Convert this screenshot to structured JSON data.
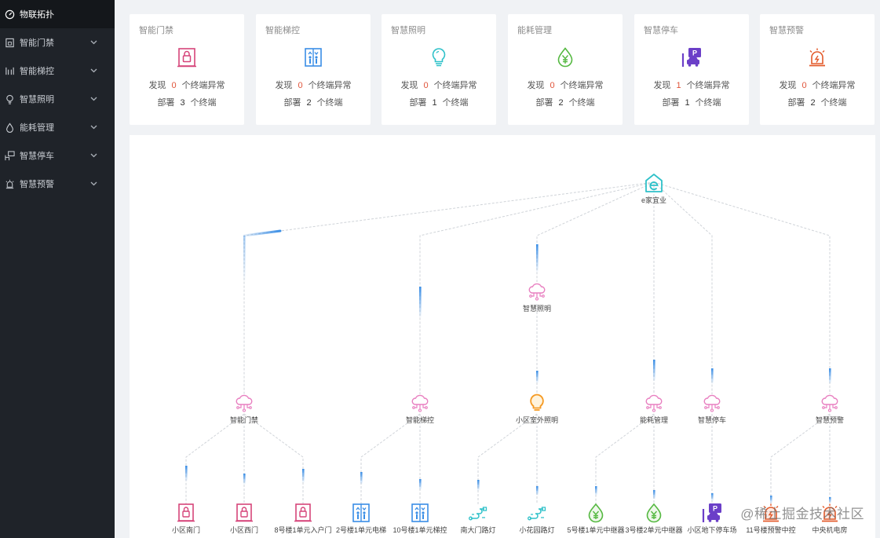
{
  "sidebar": {
    "items": [
      {
        "label": "物联拓扑",
        "icon": "dashboard-icon",
        "active": true
      },
      {
        "label": "智能门禁",
        "icon": "door-access-icon",
        "expandable": true
      },
      {
        "label": "智能梯控",
        "icon": "elevator-icon",
        "expandable": true
      },
      {
        "label": "智慧照明",
        "icon": "lightbulb-icon",
        "expandable": true
      },
      {
        "label": "能耗管理",
        "icon": "energy-drop-icon",
        "expandable": true
      },
      {
        "label": "智慧停车",
        "icon": "parking-icon",
        "expandable": true
      },
      {
        "label": "智慧预警",
        "icon": "alarm-icon",
        "expandable": true
      }
    ]
  },
  "cards": [
    {
      "title": "智能门禁",
      "icon": "door-access-icon",
      "found_prefix": "发现",
      "abnormal": "0",
      "found_suffix": "个终端异常",
      "deploy_prefix": "部署",
      "deployed": "3",
      "deploy_suffix": "个终端",
      "color": "#d6457a"
    },
    {
      "title": "智能梯控",
      "icon": "elevator-icon",
      "found_prefix": "发现",
      "abnormal": "0",
      "found_suffix": "个终端异常",
      "deploy_prefix": "部署",
      "deployed": "2",
      "deploy_suffix": "个终端",
      "color": "#3a8ee6"
    },
    {
      "title": "智慧照明",
      "icon": "lightbulb-icon",
      "found_prefix": "发现",
      "abnormal": "0",
      "found_suffix": "个终端异常",
      "deploy_prefix": "部署",
      "deployed": "1",
      "deploy_suffix": "个终端",
      "color": "#2fc1c9"
    },
    {
      "title": "能耗管理",
      "icon": "energy-drop-icon",
      "found_prefix": "发现",
      "abnormal": "0",
      "found_suffix": "个终端异常",
      "deploy_prefix": "部署",
      "deployed": "2",
      "deploy_suffix": "个终端",
      "color": "#54b840"
    },
    {
      "title": "智慧停车",
      "icon": "parking-icon",
      "found_prefix": "发现",
      "abnormal": "1",
      "found_suffix": "个终端异常",
      "deploy_prefix": "部署",
      "deployed": "1",
      "deploy_suffix": "个终端",
      "color": "#6b3fc8"
    },
    {
      "title": "智慧预警",
      "icon": "alarm-icon",
      "found_prefix": "发现",
      "abnormal": "0",
      "found_suffix": "个终端异常",
      "deploy_prefix": "部署",
      "deployed": "2",
      "deploy_suffix": "个终端",
      "color": "#e35a2a"
    }
  ],
  "topology": {
    "root": {
      "label": "e家宜业",
      "icon": "e-home-icon"
    },
    "groups": [
      {
        "label": "智能门禁",
        "icon": "cloud-icon"
      },
      {
        "label": "智能梯控",
        "icon": "cloud-icon"
      },
      {
        "label": "智慧照明",
        "icon": "cloud-icon"
      },
      {
        "label": "小区室外照明",
        "icon": "lightbulb-icon"
      },
      {
        "label": "能耗管理",
        "icon": "cloud-icon"
      },
      {
        "label": "智慧停车",
        "icon": "cloud-icon"
      },
      {
        "label": "智慧预警",
        "icon": "cloud-icon"
      }
    ],
    "leaves": [
      {
        "label": "小区南门",
        "icon": "door-access-icon"
      },
      {
        "label": "小区西门",
        "icon": "door-access-icon"
      },
      {
        "label": "8号楼1单元入户门",
        "icon": "door-access-icon"
      },
      {
        "label": "2号楼1单元电梯",
        "icon": "elevator-icon"
      },
      {
        "label": "10号楼1单元梯控",
        "icon": "elevator-icon"
      },
      {
        "label": "南大门路灯",
        "icon": "streetlight-icon"
      },
      {
        "label": "小花园路灯",
        "icon": "streetlight-icon"
      },
      {
        "label": "5号楼1单元中继器",
        "icon": "energy-drop-icon"
      },
      {
        "label": "3号楼2单元中继器",
        "icon": "energy-drop-icon"
      },
      {
        "label": "小区地下停车场",
        "icon": "parking-icon"
      },
      {
        "label": "11号楼预警中控",
        "icon": "alarm-icon"
      },
      {
        "label": "中央机电房",
        "icon": "alarm-icon"
      }
    ]
  },
  "watermark": "@稀土掘金技术社区",
  "colors": {
    "sidebar_bg": "#1f2329",
    "sidebar_active": "#14171b",
    "warn": "#e0543a",
    "link_blue": "#3a8ee6",
    "cloud_pink": "#e87fc0",
    "orange": "#f59a23"
  }
}
